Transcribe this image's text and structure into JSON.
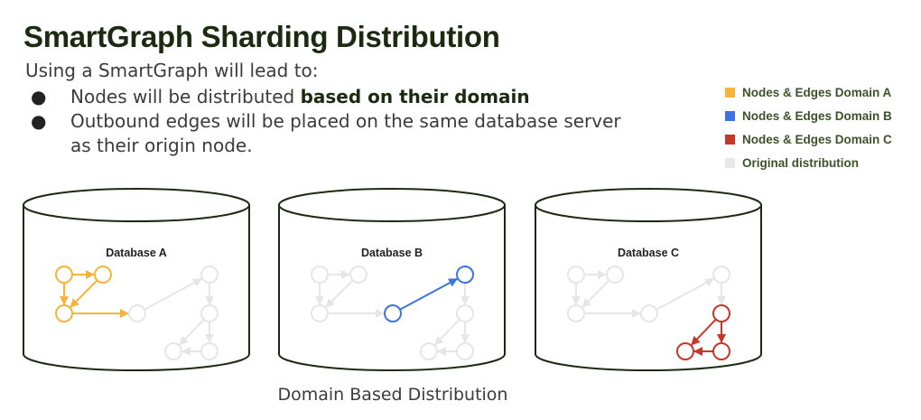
{
  "title": "SmartGraph Sharding Distribution",
  "intro": "Using a SmartGraph will lead to:",
  "bullets": {
    "b1_prefix": "Nodes will be distributed ",
    "b1_bold": "based on their domain",
    "b2": "Outbound edges will be placed on the same database server as their origin node."
  },
  "legend": [
    {
      "label": "Nodes & Edges Domain A",
      "color": "#f7b33c"
    },
    {
      "label": "Nodes & Edges Domain B",
      "color": "#3b74de"
    },
    {
      "label": "Nodes & Edges Domain C",
      "color": "#c5372a"
    },
    {
      "label": "Original distribution",
      "color": "#e8e8e8"
    }
  ],
  "databases": [
    {
      "label": "Database A",
      "highlight": "A"
    },
    {
      "label": "Database B",
      "highlight": "B"
    },
    {
      "label": "Database C",
      "highlight": "C"
    }
  ],
  "caption": "Domain Based Distribution",
  "colors": {
    "A": "#f7b33c",
    "B": "#3b74de",
    "C": "#c5372a",
    "original": "#e6e6e6",
    "cylinder_stroke": "#1c2a12"
  },
  "graph": {
    "nodes": [
      {
        "id": "a1",
        "domain": "A"
      },
      {
        "id": "a2",
        "domain": "A"
      },
      {
        "id": "a3",
        "domain": "A"
      },
      {
        "id": "b1",
        "domain": "B"
      },
      {
        "id": "b2",
        "domain": "B"
      },
      {
        "id": "c1",
        "domain": "C"
      },
      {
        "id": "c2",
        "domain": "C"
      },
      {
        "id": "c3",
        "domain": "C"
      },
      {
        "id": "x1",
        "domain": "none"
      }
    ],
    "edges": [
      {
        "from": "a1",
        "to": "a2",
        "domain": "A"
      },
      {
        "from": "a1",
        "to": "a3",
        "domain": "A"
      },
      {
        "from": "a2",
        "to": "a3",
        "domain": "A"
      },
      {
        "from": "a3",
        "to": "x1",
        "domain": "A"
      },
      {
        "from": "b1",
        "to": "b2",
        "domain": "B"
      },
      {
        "from": "b2",
        "to": "c1",
        "domain": "none"
      },
      {
        "from": "c1",
        "to": "c2",
        "domain": "C"
      },
      {
        "from": "c1",
        "to": "c3",
        "domain": "C"
      },
      {
        "from": "c2",
        "to": "c3",
        "domain": "C"
      }
    ]
  }
}
